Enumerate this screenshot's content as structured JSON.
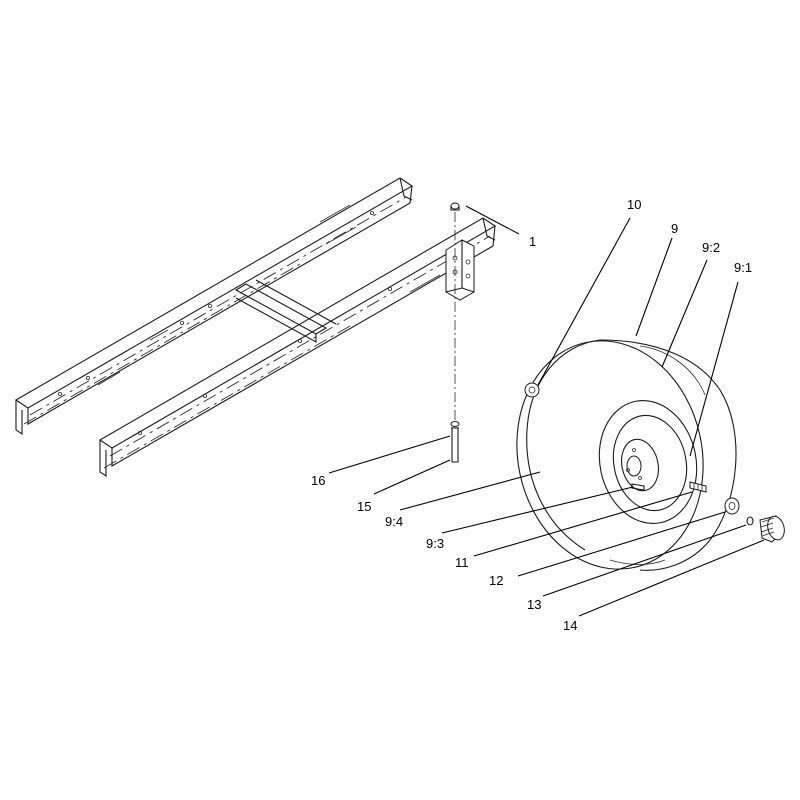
{
  "callouts": [
    {
      "id": "c1",
      "text": "1"
    },
    {
      "id": "c10",
      "text": "10"
    },
    {
      "id": "c9",
      "text": "9"
    },
    {
      "id": "c92",
      "text": "9:2"
    },
    {
      "id": "c91",
      "text": "9:1"
    },
    {
      "id": "c16",
      "text": "16"
    },
    {
      "id": "c15",
      "text": "15"
    },
    {
      "id": "c94",
      "text": "9:4"
    },
    {
      "id": "c93",
      "text": "9:3"
    },
    {
      "id": "c11",
      "text": "11"
    },
    {
      "id": "c12",
      "text": "12"
    },
    {
      "id": "c13",
      "text": "13"
    },
    {
      "id": "c14",
      "text": "14"
    }
  ]
}
